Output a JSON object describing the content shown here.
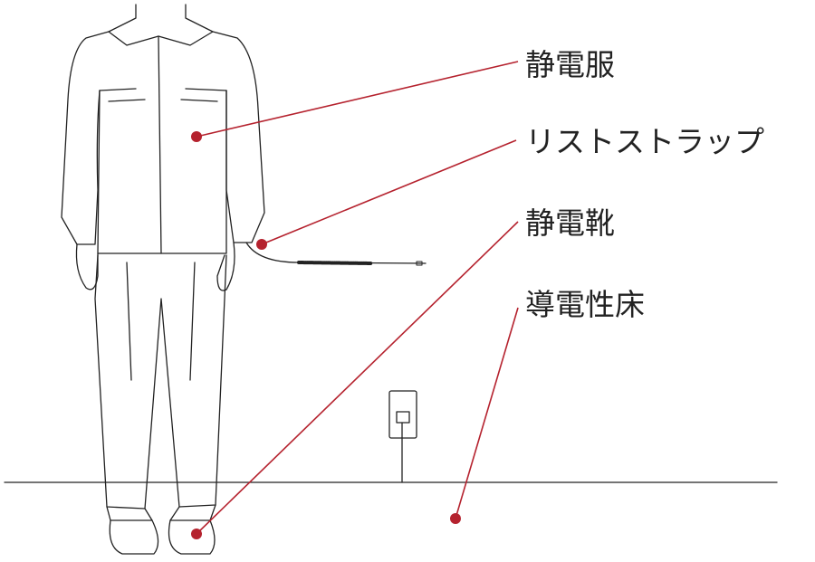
{
  "labels": {
    "suit": "静電服",
    "wrist_strap": "リストストラップ",
    "shoes": "静電靴",
    "floor": "導電性床"
  },
  "colors": {
    "leader": "#b5222e",
    "outline": "#222222"
  }
}
